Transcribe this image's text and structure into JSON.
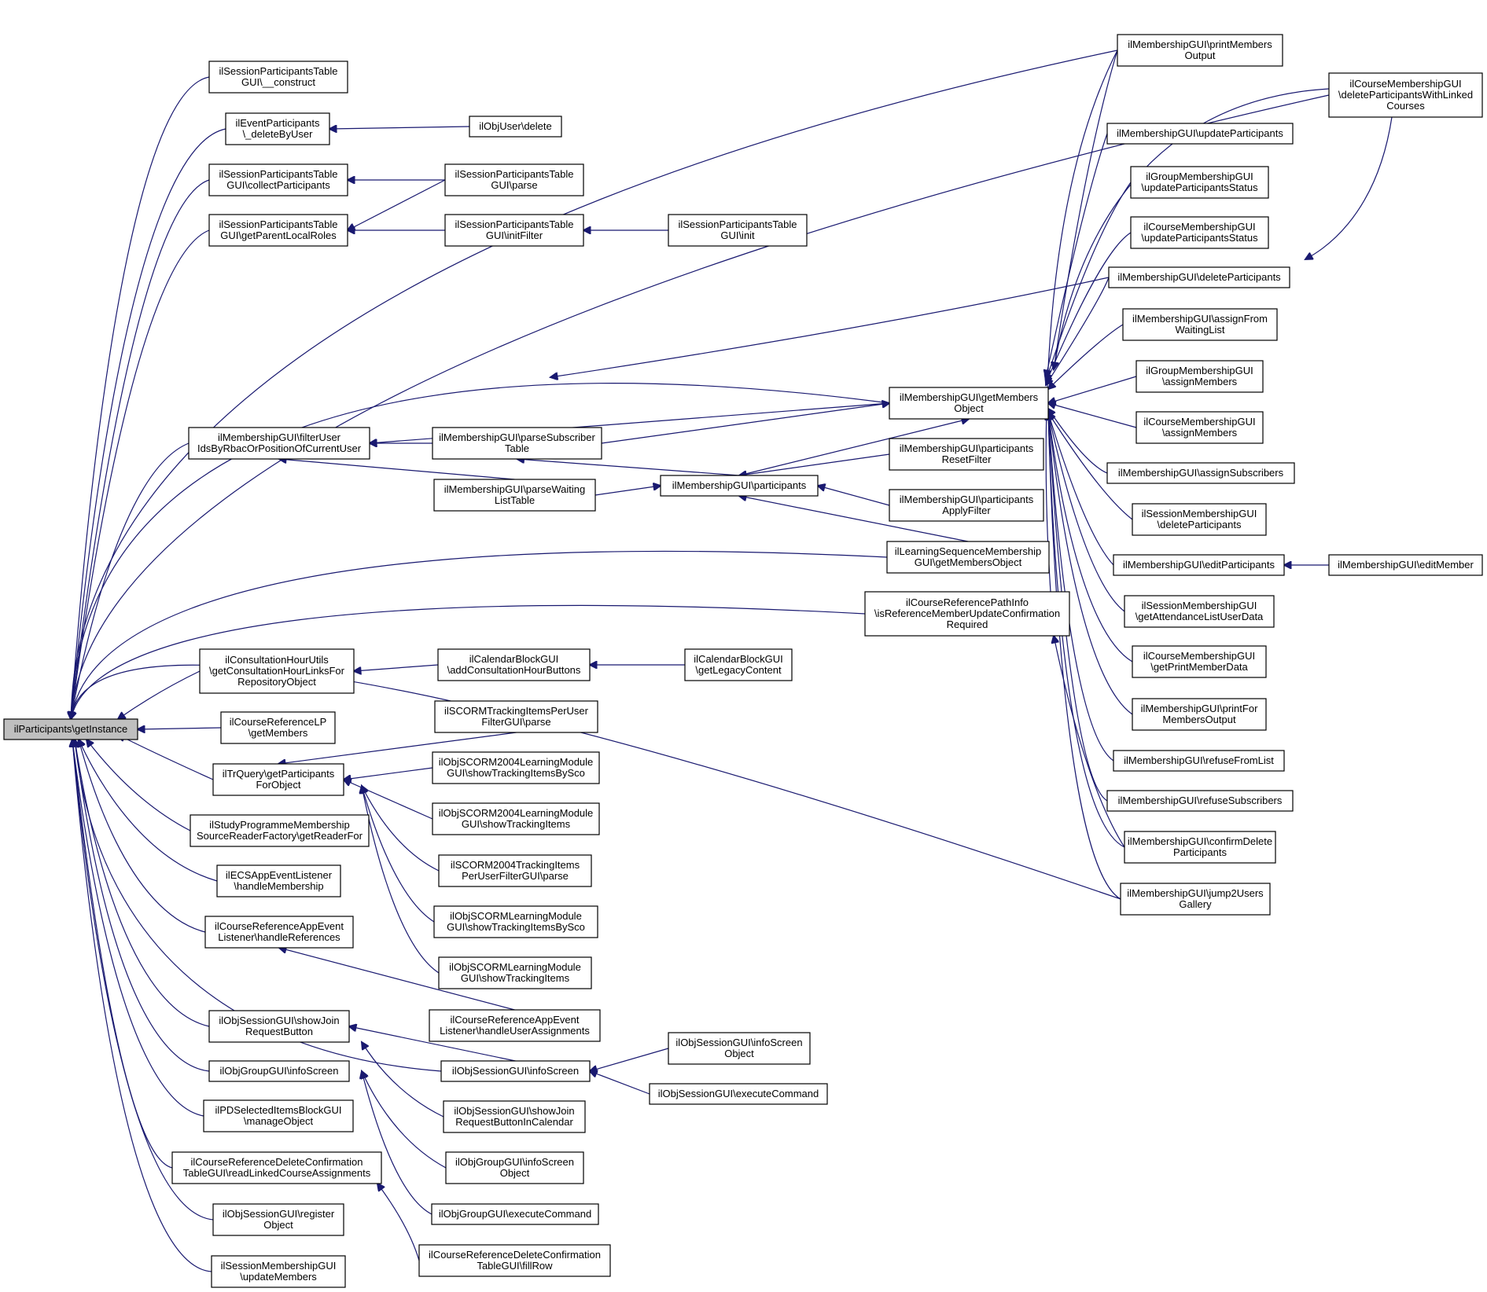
{
  "graph": {
    "nodes": [
      {
        "id": "root",
        "lines": [
          "ilParticipants\\getInstance"
        ]
      },
      {
        "id": "n1",
        "lines": [
          "ilSessionParticipantsTable",
          "GUI\\__construct"
        ]
      },
      {
        "id": "n2",
        "lines": [
          "ilEventParticipants",
          "\\_deleteByUser"
        ]
      },
      {
        "id": "n3",
        "lines": [
          "ilObjUser\\delete"
        ]
      },
      {
        "id": "n4",
        "lines": [
          "ilSessionParticipantsTable",
          "GUI\\collectParticipants"
        ]
      },
      {
        "id": "n5",
        "lines": [
          "ilSessionParticipantsTable",
          "GUI\\parse"
        ]
      },
      {
        "id": "n6",
        "lines": [
          "ilSessionParticipantsTable",
          "GUI\\getParentLocalRoles"
        ]
      },
      {
        "id": "n7",
        "lines": [
          "ilSessionParticipantsTable",
          "GUI\\initFilter"
        ]
      },
      {
        "id": "n8",
        "lines": [
          "ilSessionParticipantsTable",
          "GUI\\init"
        ]
      },
      {
        "id": "n9",
        "lines": [
          "ilMembershipGUI\\filterUser",
          "IdsByRbacOrPositionOfCurrentUser"
        ]
      },
      {
        "id": "n10",
        "lines": [
          "ilMembershipGUI\\parseSubscriber",
          "Table"
        ]
      },
      {
        "id": "n11",
        "lines": [
          "ilMembershipGUI\\parseWaiting",
          "ListTable"
        ]
      },
      {
        "id": "n12",
        "lines": [
          "ilMembershipGUI\\participants"
        ]
      },
      {
        "id": "n13",
        "lines": [
          "ilMembershipGUI\\getMembers",
          "Object"
        ]
      },
      {
        "id": "n14",
        "lines": [
          "ilMembershipGUI\\participants",
          "ResetFilter"
        ]
      },
      {
        "id": "n15",
        "lines": [
          "ilMembershipGUI\\participants",
          "ApplyFilter"
        ]
      },
      {
        "id": "n16",
        "lines": [
          "ilLearningSequenceMembership",
          "GUI\\getMembersObject"
        ]
      },
      {
        "id": "n17",
        "lines": [
          "ilCourseReferencePathInfo",
          "\\isReferenceMemberUpdateConfirmation",
          "Required"
        ]
      },
      {
        "id": "n18",
        "lines": [
          "ilMembershipGUI\\printMembers",
          "Output"
        ]
      },
      {
        "id": "n19",
        "lines": [
          "ilCourseMembershipGUI",
          "\\deleteParticipantsWithLinked",
          "Courses"
        ]
      },
      {
        "id": "n20",
        "lines": [
          "ilMembershipGUI\\updateParticipants"
        ]
      },
      {
        "id": "n21",
        "lines": [
          "ilGroupMembershipGUI",
          "\\updateParticipantsStatus"
        ]
      },
      {
        "id": "n22",
        "lines": [
          "ilCourseMembershipGUI",
          "\\updateParticipantsStatus"
        ]
      },
      {
        "id": "n23",
        "lines": [
          "ilMembershipGUI\\deleteParticipants"
        ]
      },
      {
        "id": "n24",
        "lines": [
          "ilMembershipGUI\\assignFrom",
          "WaitingList"
        ]
      },
      {
        "id": "n25",
        "lines": [
          "ilGroupMembershipGUI",
          "\\assignMembers"
        ]
      },
      {
        "id": "n26",
        "lines": [
          "ilCourseMembershipGUI",
          "\\assignMembers"
        ]
      },
      {
        "id": "n27",
        "lines": [
          "ilMembershipGUI\\assignSubscribers"
        ]
      },
      {
        "id": "n28",
        "lines": [
          "ilSessionMembershipGUI",
          "\\deleteParticipants"
        ]
      },
      {
        "id": "n29",
        "lines": [
          "ilMembershipGUI\\editParticipants"
        ]
      },
      {
        "id": "n30",
        "lines": [
          "ilMembershipGUI\\editMember"
        ]
      },
      {
        "id": "n31",
        "lines": [
          "ilSessionMembershipGUI",
          "\\getAttendanceListUserData"
        ]
      },
      {
        "id": "n32",
        "lines": [
          "ilCourseMembershipGUI",
          "\\getPrintMemberData"
        ]
      },
      {
        "id": "n33",
        "lines": [
          "ilMembershipGUI\\printFor",
          "MembersOutput"
        ]
      },
      {
        "id": "n34",
        "lines": [
          "ilMembershipGUI\\refuseFromList"
        ]
      },
      {
        "id": "n35",
        "lines": [
          "ilMembershipGUI\\refuseSubscribers"
        ]
      },
      {
        "id": "n36",
        "lines": [
          "ilMembershipGUI\\confirmDelete",
          "Participants"
        ]
      },
      {
        "id": "n37",
        "lines": [
          "ilMembershipGUI\\jump2Users",
          "Gallery"
        ]
      },
      {
        "id": "n38",
        "lines": [
          "ilConsultationHourUtils",
          "\\getConsultationHourLinksFor",
          "RepositoryObject"
        ]
      },
      {
        "id": "n39",
        "lines": [
          "ilCalendarBlockGUI",
          "\\addConsultationHourButtons"
        ]
      },
      {
        "id": "n40",
        "lines": [
          "ilCalendarBlockGUI",
          "\\getLegacyContent"
        ]
      },
      {
        "id": "n41",
        "lines": [
          "ilCourseReferenceLP",
          "\\getMembers"
        ]
      },
      {
        "id": "n42",
        "lines": [
          "ilTrQuery\\getParticipants",
          "ForObject"
        ]
      },
      {
        "id": "n43",
        "lines": [
          "ilSCORMTrackingItemsPerUser",
          "FilterGUI\\parse"
        ]
      },
      {
        "id": "n44",
        "lines": [
          "ilObjSCORM2004LearningModule",
          "GUI\\showTrackingItemsBySco"
        ]
      },
      {
        "id": "n45",
        "lines": [
          "ilObjSCORM2004LearningModule",
          "GUI\\showTrackingItems"
        ]
      },
      {
        "id": "n46",
        "lines": [
          "ilSCORM2004TrackingItems",
          "PerUserFilterGUI\\parse"
        ]
      },
      {
        "id": "n47",
        "lines": [
          "ilObjSCORMLearningModule",
          "GUI\\showTrackingItemsBySco"
        ]
      },
      {
        "id": "n48",
        "lines": [
          "ilObjSCORMLearningModule",
          "GUI\\showTrackingItems"
        ]
      },
      {
        "id": "n49",
        "lines": [
          "ilStudyProgrammeMembership",
          "SourceReaderFactory\\getReaderFor"
        ]
      },
      {
        "id": "n50",
        "lines": [
          "ilECSAppEventListener",
          "\\handleMembership"
        ]
      },
      {
        "id": "n51",
        "lines": [
          "ilCourseReferenceAppEvent",
          "Listener\\handleReferences"
        ]
      },
      {
        "id": "n52",
        "lines": [
          "ilCourseReferenceAppEvent",
          "Listener\\handleUserAssignments"
        ]
      },
      {
        "id": "n53",
        "lines": [
          "ilObjSessionGUI\\showJoin",
          "RequestButton"
        ]
      },
      {
        "id": "n54",
        "lines": [
          "ilObjSessionGUI\\infoScreen"
        ]
      },
      {
        "id": "n55",
        "lines": [
          "ilObjSessionGUI\\infoScreen",
          "Object"
        ]
      },
      {
        "id": "n56",
        "lines": [
          "ilObjSessionGUI\\executeCommand"
        ]
      },
      {
        "id": "n57",
        "lines": [
          "ilObjGroupGUI\\infoScreen"
        ]
      },
      {
        "id": "n58",
        "lines": [
          "ilObjSessionGUI\\showJoin",
          "RequestButtonInCalendar"
        ]
      },
      {
        "id": "n59",
        "lines": [
          "ilObjGroupGUI\\infoScreen",
          "Object"
        ]
      },
      {
        "id": "n60",
        "lines": [
          "ilObjGroupGUI\\executeCommand"
        ]
      },
      {
        "id": "n61",
        "lines": [
          "ilPDSelectedItemsBlockGUI",
          "\\manageObject"
        ]
      },
      {
        "id": "n62",
        "lines": [
          "ilCourseReferenceDeleteConfirmation",
          "TableGUI\\readLinkedCourseAssignments"
        ]
      },
      {
        "id": "n63",
        "lines": [
          "ilCourseReferenceDeleteConfirmation",
          "TableGUI\\fillRow"
        ]
      },
      {
        "id": "n64",
        "lines": [
          "ilObjSessionGUI\\register",
          "Object"
        ]
      },
      {
        "id": "n65",
        "lines": [
          "ilSessionMembershipGUI",
          "\\updateMembers"
        ]
      }
    ]
  }
}
